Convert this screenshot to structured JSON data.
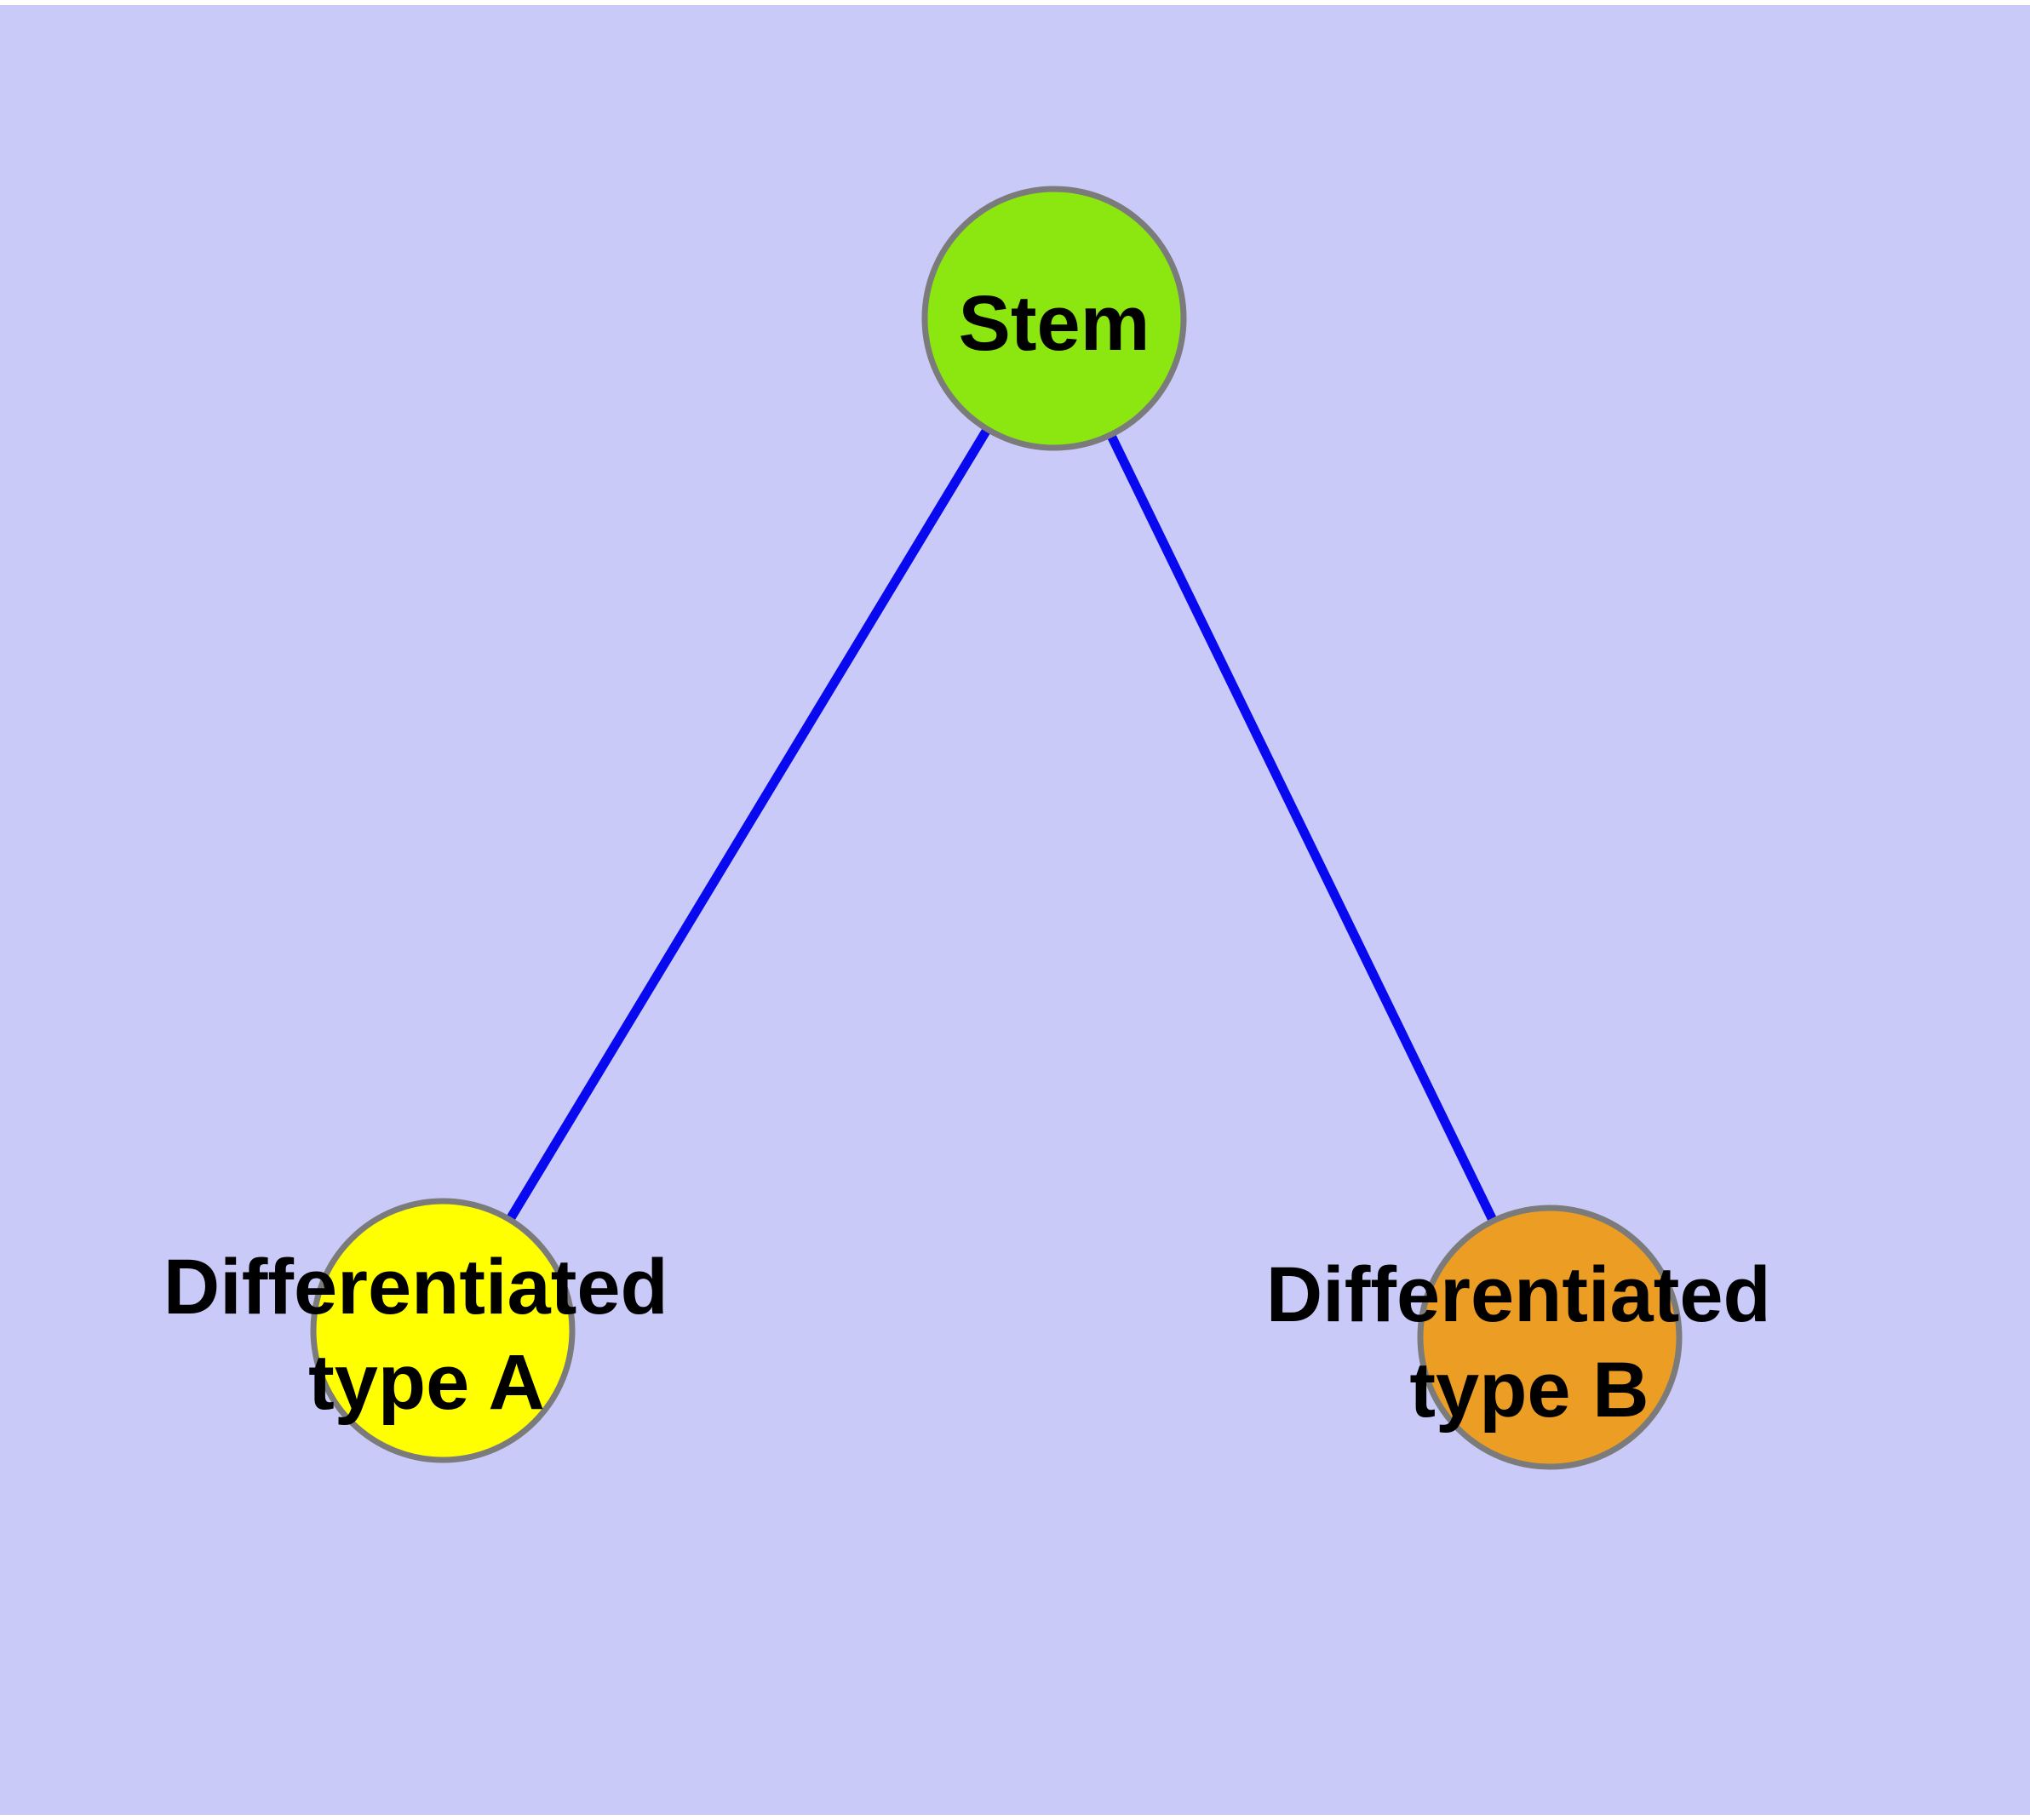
{
  "diagram": {
    "type": "node-link-graph",
    "background_color": "#cacaf8",
    "frame_color": "#ffffff",
    "edge_color": "#0909f0",
    "node_border_color": "#7b7b7b",
    "label_color": "#000000",
    "nodes": [
      {
        "id": "stem",
        "label": "Stem",
        "color": "#8ce60f"
      },
      {
        "id": "type_a",
        "label": "Differentiated type A",
        "label_line1": "Differentiated",
        "label_line2": "type A",
        "color": "#ffff00"
      },
      {
        "id": "type_b",
        "label": "Differentiated type B",
        "label_line1": "Differentiated",
        "label_line2": "type B",
        "color": "#ec9d24"
      }
    ],
    "edges": [
      {
        "from": "Stem",
        "to": "Differentiated type A"
      },
      {
        "from": "Stem",
        "to": "Differentiated type B"
      }
    ]
  }
}
